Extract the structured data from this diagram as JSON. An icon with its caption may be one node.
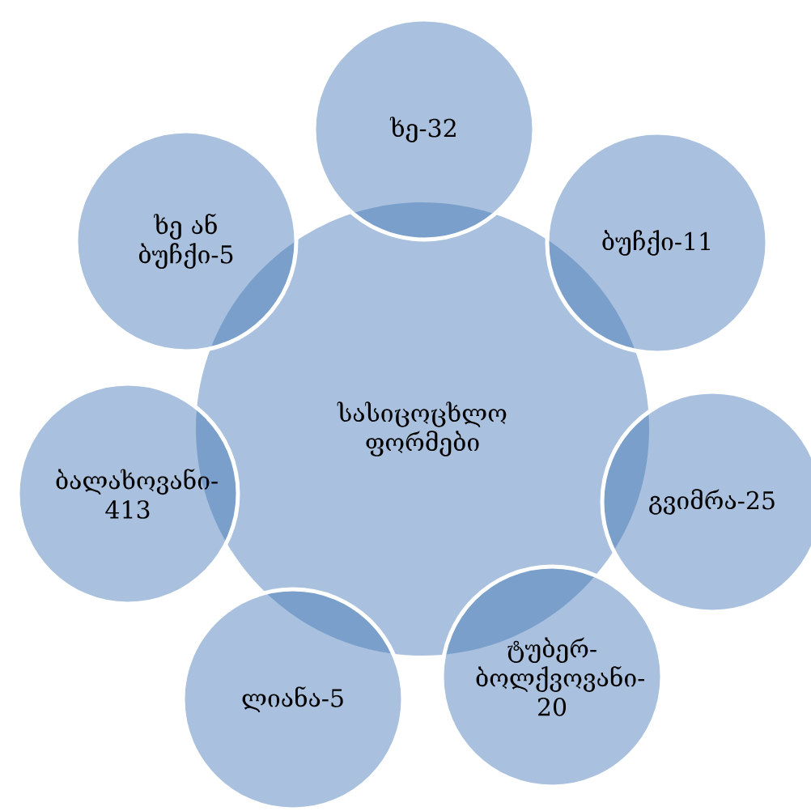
{
  "diagram": {
    "nodes": [
      {
        "text": [
          "სასიცოცხლო ფორმები"
        ]
      },
      {
        "text": [
          "ხე-32"
        ]
      },
      {
        "text": [
          "ბუჩქი-11"
        ]
      },
      {
        "text": [
          "გვიმრა-25"
        ]
      },
      {
        "text": [
          "ტუბერ-ბოლქვოვანი-20"
        ]
      },
      {
        "text": [
          "ლიანა-5"
        ]
      },
      {
        "text": [
          "ბალახოვანი-413"
        ]
      },
      {
        "text": [
          "ხე ან ბუჩქი-5"
        ]
      }
    ]
  }
}
